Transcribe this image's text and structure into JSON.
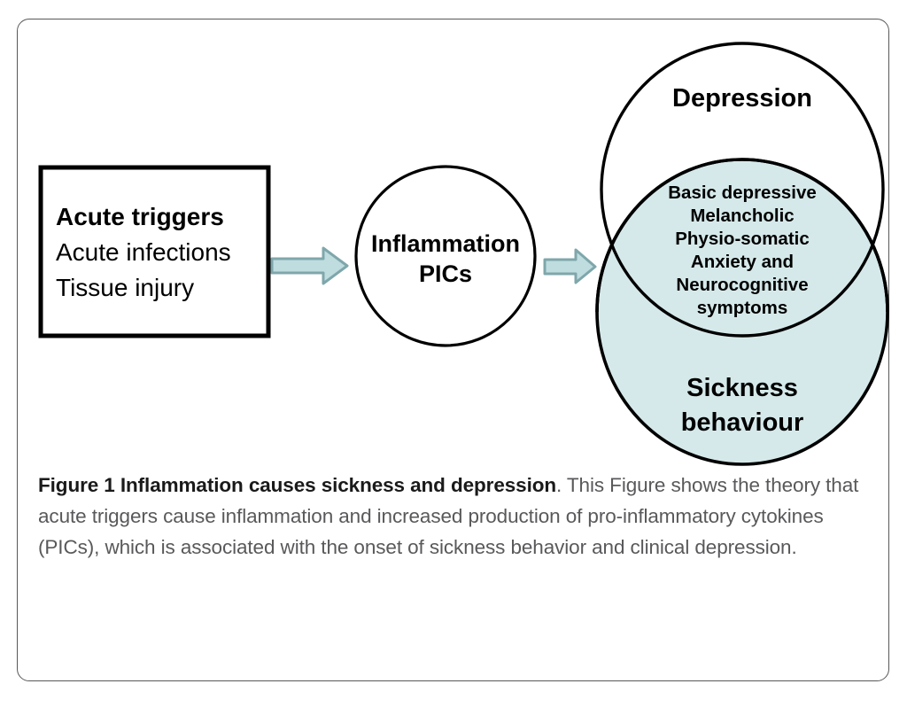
{
  "figure": {
    "border_color": "#58585a",
    "background": "#ffffff"
  },
  "diagram": {
    "accent_fill": "#d6e9ea",
    "arrow_fill": "#bfdcdf",
    "arrow_stroke": "#7fa7ab",
    "stroke_color": "#000000",
    "trigger_box": {
      "title": "Acute triggers",
      "line1": "Acute infections",
      "line2": "Tissue injury"
    },
    "inflammation_circle": {
      "line1": "Inflammation",
      "line2": "PICs"
    },
    "depression_circle": {
      "label": "Depression"
    },
    "sickness_ellipse": {
      "line1": "Sickness",
      "line2": "behaviour"
    },
    "overlap_symptoms": [
      "Basic depressive",
      "Melancholic",
      "Physio-somatic",
      "Anxiety and",
      "Neurocognitive",
      "symptoms"
    ],
    "arrows": [
      {
        "name": "trigger-to-inflammation"
      },
      {
        "name": "inflammation-to-outcomes"
      }
    ]
  },
  "caption": {
    "title": "Figure 1 Inflammation causes sickness and depression",
    "body": ". This Figure shows the theory that acute triggers cause inflammation and increased production of pro-inflammatory cytokines (PICs), which is associated with the onset of sickness behavior and clinical depression."
  }
}
